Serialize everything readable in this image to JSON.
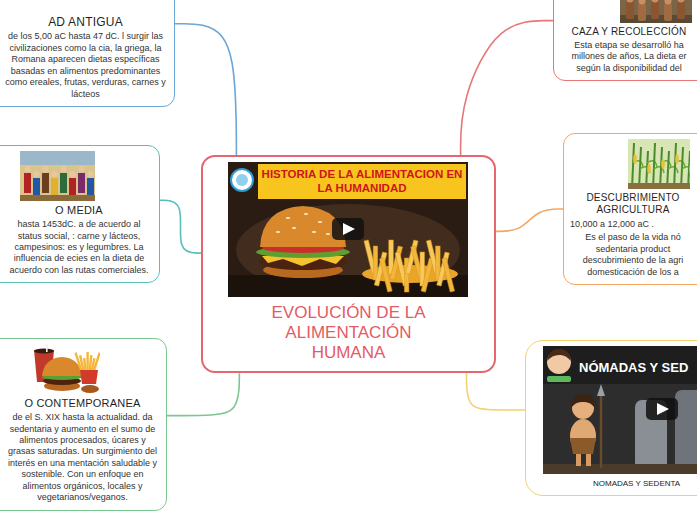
{
  "diagram": {
    "nodes": [
      {
        "text": [
          "HISTORIA DE LA ALIMENTACION EN LA HUMANIDAD",
          "EVOLUCIÓN DE LA ALIMENTACIÓN HUMANA"
        ]
      },
      {
        "text": [
          "AD ANTIGUA",
          "de los 5,00 aC hasta 47 dC. l surgir las civilizaciones como la cia, la griega, la Romana aparecen dietas específicas basadas en alimentos predominantes como ereales, frutas, verduras, carnes y lácteos"
        ]
      },
      {
        "text": [
          "O MEDIA",
          "hasta 1453dC. a de acuerdo al status social, : carne y lácteos, campesinos: es y legumbres. La influencia de ecies en la dieta de acuerdo con las rutas comerciales."
        ]
      },
      {
        "text": [
          "O CONTEMPORANEA",
          "de el S. XIX hasta la actualidad. da sedentaria y aumento en el sumo de alimentos procesados, úcares y grasas saturadas. Un surgimiento del interés en una mentación saludable y sostenible. Con un enfoque en alimentos orgánicos, locales y vegetarianos/veganos."
        ]
      },
      {
        "text": [
          "CAZA Y RECOLECCIÓN",
          "Esta etapa se desarrolló ha millones de años, La dieta er según la disponibilidad del"
        ]
      },
      {
        "text": [
          "DESCUBRIMIENTO AGRICULTURA",
          "10,000 a 12,000 aC .",
          "Es el paso de la vida nó sedentaria product descubrimiento de la agri domesticación de los a"
        ]
      },
      {
        "text": [
          "NÓMADAS Y SED",
          "NOMADAS Y SEDENTA"
        ]
      }
    ],
    "edges": [
      {
        "from": 0,
        "to": 1,
        "arrow": "none"
      },
      {
        "from": 0,
        "to": 2,
        "arrow": "none"
      },
      {
        "from": 0,
        "to": 3,
        "arrow": "none"
      },
      {
        "from": 0,
        "to": 4,
        "arrow": "none"
      },
      {
        "from": 0,
        "to": 5,
        "arrow": "none"
      },
      {
        "from": 0,
        "to": 6,
        "arrow": "none"
      }
    ]
  }
}
